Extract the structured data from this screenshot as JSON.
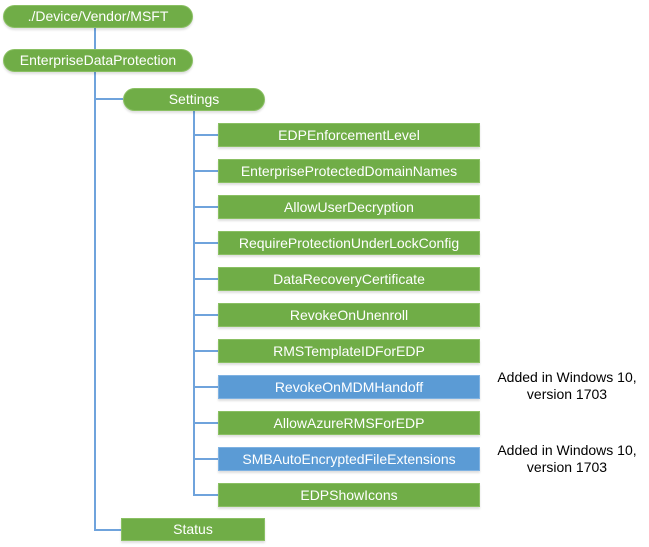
{
  "diagram": {
    "root": {
      "label": "./Device/Vendor/MSFT"
    },
    "provider": {
      "label": "EnterpriseDataProtection"
    },
    "settings": {
      "label": "Settings"
    },
    "status": {
      "label": "Status"
    },
    "settings_children": [
      {
        "label": "EDPEnforcementLevel",
        "style": "green"
      },
      {
        "label": "EnterpriseProtectedDomainNames",
        "style": "green"
      },
      {
        "label": "AllowUserDecryption",
        "style": "green"
      },
      {
        "label": "RequireProtectionUnderLockConfig",
        "style": "green"
      },
      {
        "label": "DataRecoveryCertificate",
        "style": "green"
      },
      {
        "label": "RevokeOnUnenroll",
        "style": "green"
      },
      {
        "label": "RMSTemplateIDForEDP",
        "style": "green"
      },
      {
        "label": "RevokeOnMDMHandoff",
        "style": "blue",
        "highlighted": true
      },
      {
        "label": "AllowAzureRMSForEDP",
        "style": "green"
      },
      {
        "label": "SMBAutoEncryptedFileExtensions",
        "style": "blue",
        "highlighted": true
      },
      {
        "label": "EDPShowIcons",
        "style": "green"
      }
    ],
    "notes": [
      {
        "line1": "Added in Windows 10,",
        "line2": "version 1703"
      },
      {
        "line1": "Added in Windows 10,",
        "line2": "version 1703"
      }
    ],
    "colors": {
      "node_green": "#70AD47",
      "node_blue": "#5B9BD5",
      "connector": "#6FA3DC",
      "node_text": "#FFFFFF",
      "note_text": "#000000"
    }
  }
}
